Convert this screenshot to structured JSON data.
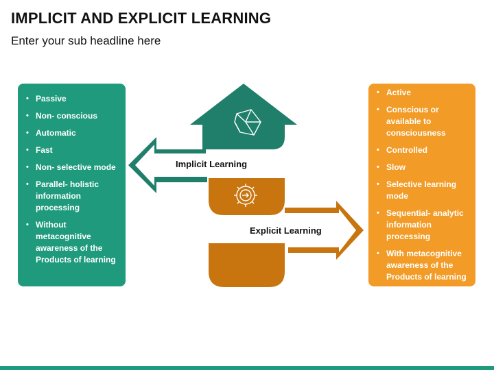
{
  "title": "IMPLICIT AND EXPLICIT LEARNING",
  "subtitle": "Enter your sub headline here",
  "implicit": {
    "label": "Implicit Learning",
    "icon": "geometric-cube-icon",
    "color": "#1f7f6a",
    "items": [
      "Passive",
      "Non- conscious",
      "Automatic",
      "Fast",
      "Non- selective mode",
      "Parallel- holistic information processing",
      "Without metacognitive awareness of the Products of learning"
    ]
  },
  "explicit": {
    "label": "Explicit Learning",
    "icon": "gear-arrow-icon",
    "color": "#c8750f",
    "items": [
      "Active",
      "Conscious or available to consciousness",
      "Controlled",
      "Slow",
      "Selective learning mode",
      "Sequential- analytic information processing",
      "With metacognitive awareness of the Products of learning"
    ]
  },
  "colors": {
    "green_box": "#1f9a7c",
    "orange_box": "#f29b26",
    "green_shape": "#1f7f6a",
    "orange_shape": "#c8750f"
  }
}
